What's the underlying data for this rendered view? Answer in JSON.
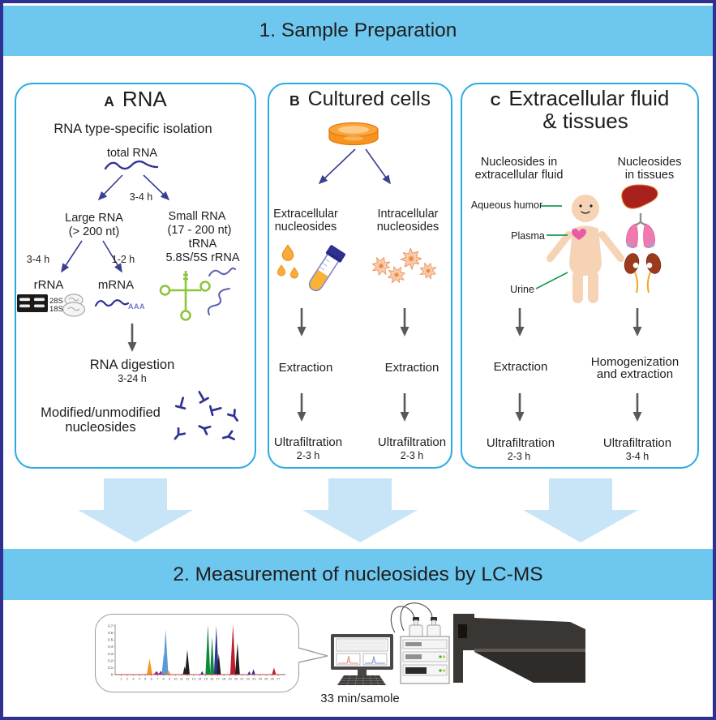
{
  "title_top": "1.  Sample Preparation",
  "title_bottom": "2. Measurement of nucleosides by LC-MS",
  "panel_a": {
    "letter": "A",
    "title": "RNA",
    "subtitle": "RNA type-specific isolation",
    "total_rna": "total RNA",
    "branch_time": "3-4 h",
    "large_rna_1": "Large RNA",
    "large_rna_2": "(> 200 nt)",
    "small_rna_1": "Small RNA",
    "small_rna_2": "(17 - 200 nt)",
    "small_rna_3": "tRNA",
    "small_rna_4": "5.8S/5S rRNA",
    "rrna_time": "3-4 h",
    "mrna_time": "1-2 h",
    "rrna": "rRNA",
    "mrna": "mRNA",
    "gel_band_top": "28S",
    "gel_band_bottom": "18S",
    "polya_tail": "AAA",
    "digestion": "RNA digestion",
    "digestion_time": "3-24 h",
    "product_1": "Modified/unmodified",
    "product_2": "nucleosides"
  },
  "panel_b": {
    "letter": "B",
    "title": "Cultured cells",
    "left_label_1": "Extracellular",
    "left_label_2": "nucleosides",
    "right_label_1": "Intracellular",
    "right_label_2": "nucleosides",
    "left_step1": "Extraction",
    "right_step1": "Extraction",
    "left_step2": "Ultrafiltration",
    "left_step2_time": "2-3 h",
    "right_step2": "Ultrafiltration",
    "right_step2_time": "2-3 h"
  },
  "panel_c": {
    "letter": "C",
    "title_1": "Extracellular fluid",
    "title_2": "& tissues",
    "left_heading_1": "Nucleosides in",
    "left_heading_2": "extracellular fluid",
    "right_heading_1": "Nucleosides",
    "right_heading_2": "in tissues",
    "label_aqueous": "Aqueous humor",
    "label_plasma": "Plasma",
    "label_urine": "Urine",
    "left_step1": "Extraction",
    "right_step1_1": "Homogenization",
    "right_step1_2": "and extraction",
    "left_step2": "Ultrafiltration",
    "left_step2_time": "2-3 h",
    "right_step2": "Ultrafiltration",
    "right_step2_time": "3-4 h"
  },
  "footer": {
    "throughput": "33 min/samole"
  },
  "colors": {
    "outer_border": "#2E3192",
    "banner": "#6EC7EF",
    "panel_border": "#29ABE2",
    "flow_arrow": "#C8E4F7",
    "step_arrow": "#58595B",
    "branch_arrow": "#3B3E92",
    "trna_green": "#8CC63E",
    "label_line_green": "#199B52",
    "dish_orange": "#F7941D"
  },
  "chart_data": {
    "type": "area",
    "title": "LC-MS chromatogram",
    "xlabel": "",
    "ylabel": "",
    "xlim": [
      0,
      28
    ],
    "ylim": [
      0,
      0.7
    ],
    "grid": false,
    "legend": "none",
    "x_ticks": [
      1,
      2,
      3,
      4,
      5,
      6,
      7,
      8,
      9,
      10,
      11,
      12,
      13,
      14,
      15,
      16,
      17,
      18,
      19,
      20,
      21,
      22,
      23,
      24,
      25,
      26,
      27
    ],
    "y_ticks": [
      0,
      0.1,
      0.2,
      0.3,
      0.4,
      0.5,
      0.6,
      0.7
    ],
    "baseline_color": "#C2403F",
    "peaks": [
      {
        "x": 5.7,
        "h": 0.23,
        "w": 0.45,
        "color": "#F7941D"
      },
      {
        "x": 6.85,
        "h": 0.05,
        "w": 0.5,
        "color": "#92278F"
      },
      {
        "x": 7.55,
        "h": 0.055,
        "w": 0.4,
        "color": "#92278F"
      },
      {
        "x": 8.05,
        "h": 0.3,
        "w": 0.35,
        "color": "#5B9BD5"
      },
      {
        "x": 8.35,
        "h": 0.65,
        "w": 0.45,
        "color": "#5B9BD5"
      },
      {
        "x": 8.85,
        "h": 0.06,
        "w": 0.3,
        "color": "#F7941D"
      },
      {
        "x": 11.5,
        "h": 0.12,
        "w": 0.3,
        "color": "#231F20"
      },
      {
        "x": 11.95,
        "h": 0.36,
        "w": 0.4,
        "color": "#231F20"
      },
      {
        "x": 14.4,
        "h": 0.05,
        "w": 0.3,
        "color": "#2E3192"
      },
      {
        "x": 15.35,
        "h": 0.72,
        "w": 0.4,
        "color": "#0F8A3C"
      },
      {
        "x": 16.05,
        "h": 0.55,
        "w": 0.35,
        "color": "#0F8A3C"
      },
      {
        "x": 16.75,
        "h": 0.7,
        "w": 0.4,
        "color": "#2E3192"
      },
      {
        "x": 17.15,
        "h": 0.3,
        "w": 0.35,
        "color": "#231F20"
      },
      {
        "x": 19.5,
        "h": 0.72,
        "w": 0.45,
        "color": "#BE1E2D"
      },
      {
        "x": 20.25,
        "h": 0.46,
        "w": 0.4,
        "color": "#231F20"
      },
      {
        "x": 22.2,
        "h": 0.05,
        "w": 0.3,
        "color": "#2E3192"
      },
      {
        "x": 22.9,
        "h": 0.08,
        "w": 0.3,
        "color": "#2E3192"
      },
      {
        "x": 26.3,
        "h": 0.1,
        "w": 0.35,
        "color": "#BE1E2D"
      }
    ]
  }
}
